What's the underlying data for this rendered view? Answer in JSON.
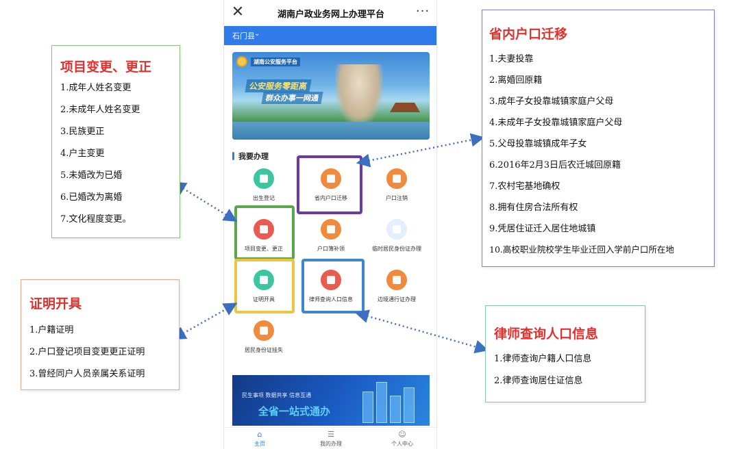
{
  "app": {
    "title": "湖南户政业务网上办理平台",
    "close_glyph": "✕",
    "more_glyph": "···",
    "region": "石门县",
    "region_chevron": "⌄"
  },
  "banner": {
    "brand": "湖南公安服务平台",
    "slogan_1": "公安服务零距离",
    "slogan_2": "群众办事一网通"
  },
  "section": {
    "title": "我要办理"
  },
  "services": [
    {
      "label": "出生登记",
      "icon": "baby-icon",
      "color": "#3cc6a0"
    },
    {
      "label": "省内户口迁移",
      "icon": "person-move-icon",
      "color": "#f08a3c"
    },
    {
      "label": "户口注销",
      "icon": "document-cancel-icon",
      "color": "#f08a3c"
    },
    {
      "label": "项目变更、更正",
      "icon": "clipboard-icon",
      "color": "#ea5a4f"
    },
    {
      "label": "户口簿补领",
      "icon": "booklet-icon",
      "color": "#f08a3c"
    },
    {
      "label": "临时居民身份证办理",
      "icon": "id-card-icon",
      "color": "#4f8be0"
    },
    {
      "label": "证明开具",
      "icon": "certificate-icon",
      "color": "#3cc6a0"
    },
    {
      "label": "律师查询人口信息",
      "icon": "search-person-icon",
      "color": "#ea5a4f"
    },
    {
      "label": "边境通行证办理",
      "icon": "pass-icon",
      "color": "#f08a3c"
    },
    {
      "label": "居民身份证挂失",
      "icon": "id-lost-icon",
      "color": "#f08a3c"
    }
  ],
  "promo": {
    "tagline": "民生事项  数据共享  信息互通",
    "headline": "全省一站式通办"
  },
  "tabbar": [
    {
      "label": "主页",
      "icon": "home-icon",
      "glyph": "⌂",
      "active": true
    },
    {
      "label": "我的办理",
      "icon": "list-icon",
      "glyph": "☰",
      "active": false
    },
    {
      "label": "个人中心",
      "icon": "user-icon",
      "glyph": "☺",
      "active": false
    }
  ],
  "colors": {
    "accent": "#2f7bea",
    "frame_purple": "#6a3aa8",
    "frame_green": "#5ba84a",
    "frame_yellow": "#ecc640",
    "frame_blue": "#3d86d2",
    "title_red": "#e2302c",
    "link_blue": "#3d6fc0"
  },
  "callouts": {
    "project_change": {
      "title": "项目变更、更正",
      "items": [
        "1.成年人姓名变更",
        "2.未成年人姓名变更",
        "3.民族更正",
        "4.户主变更",
        "5.未婚改为已婚",
        "6.已婚改为离婚",
        "7.文化程度变更。"
      ]
    },
    "certificate": {
      "title": "证明开具",
      "items": [
        "1.户籍证明",
        "2.户口登记项目变更更正证明",
        "3.曾经同户人员亲属关系证明"
      ]
    },
    "migration": {
      "title": "省内户口迁移",
      "items": [
        "1.夫妻投靠",
        "2.离婚回原籍",
        "3.成年子女投靠城镇家庭户父母",
        "4.未成年子女投靠城镇家庭户父母",
        "5.父母投靠城镇成年子女",
        "6.2016年2月3日后农迁城回原籍",
        "7.农村宅基地确权",
        "8.拥有住房合法所有权",
        "9.凭居住证迁入居住地城镇",
        "10.高校职业院校学生毕业迁回入学前户口所在地"
      ]
    },
    "lawyer": {
      "title": "律师查询人口信息",
      "items": [
        "1.律师查询户籍人口信息",
        "2.律师查询居住证信息"
      ]
    }
  }
}
